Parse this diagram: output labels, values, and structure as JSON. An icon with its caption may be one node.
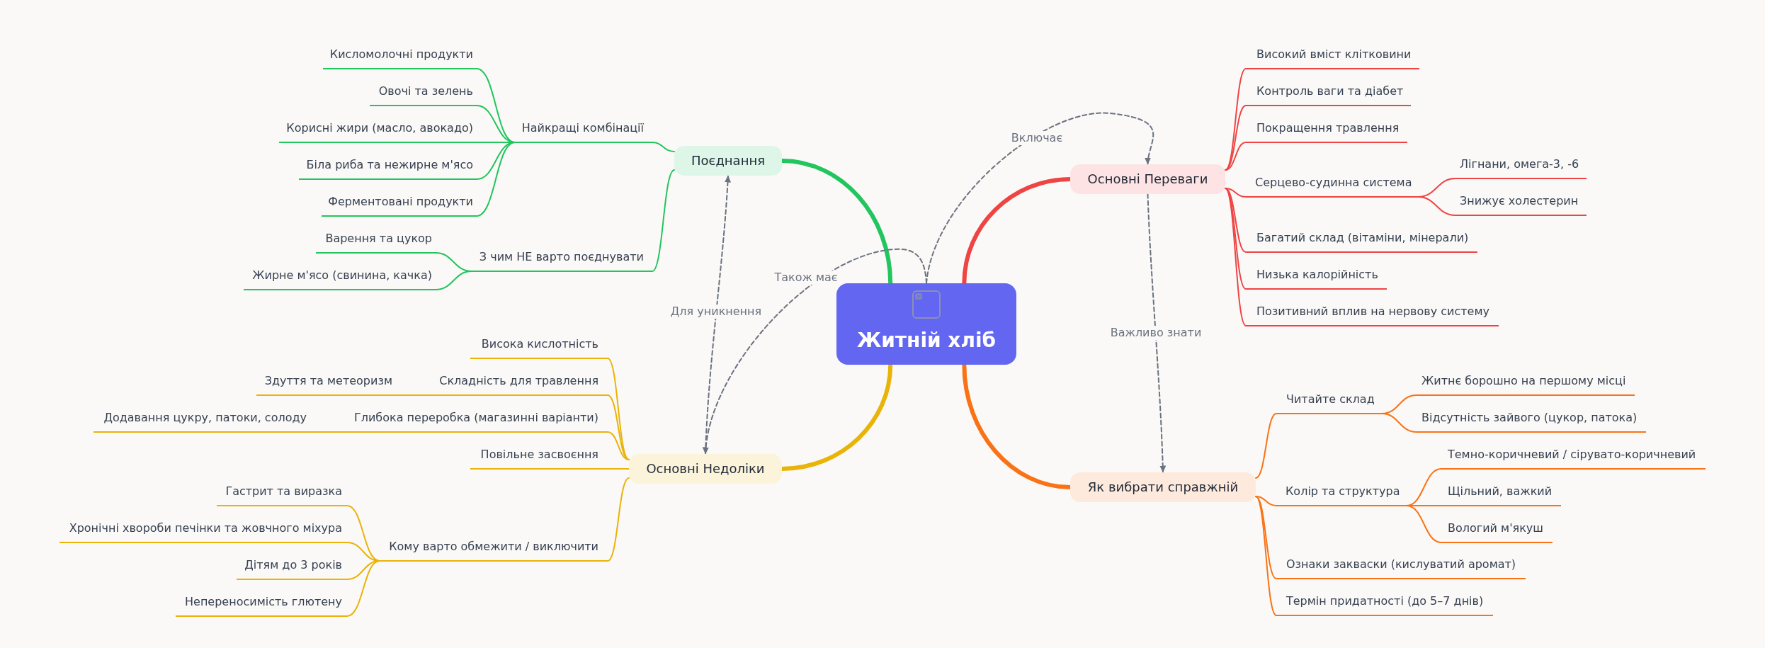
{
  "diagram": {
    "nodes": [
      {
        "text": [
          "Житній хліб"
        ]
      },
      {
        "text": [
          "Поєднання"
        ]
      },
      {
        "text": [
          "Найкращі комбінації"
        ]
      },
      {
        "text": [
          "Кисломолочні продукти"
        ]
      },
      {
        "text": [
          "Овочі та зелень"
        ]
      },
      {
        "text": [
          "Корисні жири (масло, авокадо)"
        ]
      },
      {
        "text": [
          "Біла риба та нежирне м'ясо"
        ]
      },
      {
        "text": [
          "Ферментовані продукти"
        ]
      },
      {
        "text": [
          "З чим НЕ варто поєднувати"
        ]
      },
      {
        "text": [
          "Варення та цукор"
        ]
      },
      {
        "text": [
          "Жирне м'ясо (свинина, качка)"
        ]
      },
      {
        "text": [
          "Основні Переваги"
        ]
      },
      {
        "text": [
          "Високий вміст клітковини"
        ]
      },
      {
        "text": [
          "Контроль ваги та діабет"
        ]
      },
      {
        "text": [
          "Покращення травлення"
        ]
      },
      {
        "text": [
          "Серцево-судинна система"
        ]
      },
      {
        "text": [
          "Лігнани, омега-3, -6"
        ]
      },
      {
        "text": [
          "Знижує холестерин"
        ]
      },
      {
        "text": [
          "Багатий склад (вітаміни, мінерали)"
        ]
      },
      {
        "text": [
          "Низька калорійність"
        ]
      },
      {
        "text": [
          "Позитивний вплив на нервову систему"
        ]
      },
      {
        "text": [
          "Основні Недоліки"
        ]
      },
      {
        "text": [
          "Висока кислотність"
        ]
      },
      {
        "text": [
          "Складність для травлення"
        ]
      },
      {
        "text": [
          "Здуття та метеоризм"
        ]
      },
      {
        "text": [
          "Глибока переробка (магазинні варіанти)"
        ]
      },
      {
        "text": [
          "Додавання цукру, патоки, солоду"
        ]
      },
      {
        "text": [
          "Повільне засвоєння"
        ]
      },
      {
        "text": [
          "Кому варто обмежити / виключити"
        ]
      },
      {
        "text": [
          "Гастрит та виразка"
        ]
      },
      {
        "text": [
          "Хронічні хвороби печінки та жовчного міхура"
        ]
      },
      {
        "text": [
          "Дітям до 3 років"
        ]
      },
      {
        "text": [
          "Непереносимість глютену"
        ]
      },
      {
        "text": [
          "Як вибрати справжній"
        ]
      },
      {
        "text": [
          "Читайте склад"
        ]
      },
      {
        "text": [
          "Житнє борошно на першому місці"
        ]
      },
      {
        "text": [
          "Відсутність зайвого (цукор, патока)"
        ]
      },
      {
        "text": [
          "Колір та структура"
        ]
      },
      {
        "text": [
          "Темно-коричневий / сірувато-коричневий"
        ]
      },
      {
        "text": [
          "Щільний, важкий"
        ]
      },
      {
        "text": [
          "Вологий м'якуш"
        ]
      },
      {
        "text": [
          "Ознаки закваски (кислуватий аромат)"
        ]
      },
      {
        "text": [
          "Термін придатності (до 5–7 днів)"
        ]
      }
    ],
    "edges": [
      {
        "from": 0,
        "to": 1,
        "arrow": "none",
        "style": "thick",
        "color": "#22c55e"
      },
      {
        "from": 1,
        "to": 2,
        "arrow": "none",
        "color": "#22c55e"
      },
      {
        "from": 2,
        "to": 3,
        "arrow": "none",
        "color": "#22c55e"
      },
      {
        "from": 2,
        "to": 4,
        "arrow": "none",
        "color": "#22c55e"
      },
      {
        "from": 2,
        "to": 5,
        "arrow": "none",
        "color": "#22c55e"
      },
      {
        "from": 2,
        "to": 6,
        "arrow": "none",
        "color": "#22c55e"
      },
      {
        "from": 2,
        "to": 7,
        "arrow": "none",
        "color": "#22c55e"
      },
      {
        "from": 1,
        "to": 8,
        "arrow": "none",
        "color": "#22c55e"
      },
      {
        "from": 8,
        "to": 9,
        "arrow": "none",
        "color": "#22c55e"
      },
      {
        "from": 8,
        "to": 10,
        "arrow": "none",
        "color": "#22c55e"
      },
      {
        "from": 0,
        "to": 11,
        "arrow": "none",
        "style": "thick",
        "color": "#ef4444"
      },
      {
        "from": 11,
        "to": 12,
        "arrow": "none",
        "color": "#ef4444"
      },
      {
        "from": 11,
        "to": 13,
        "arrow": "none",
        "color": "#ef4444"
      },
      {
        "from": 11,
        "to": 14,
        "arrow": "none",
        "color": "#ef4444"
      },
      {
        "from": 11,
        "to": 15,
        "arrow": "none",
        "color": "#ef4444"
      },
      {
        "from": 15,
        "to": 16,
        "arrow": "none",
        "color": "#ef4444"
      },
      {
        "from": 15,
        "to": 17,
        "arrow": "none",
        "color": "#ef4444"
      },
      {
        "from": 11,
        "to": 18,
        "arrow": "none",
        "color": "#ef4444"
      },
      {
        "from": 11,
        "to": 19,
        "arrow": "none",
        "color": "#ef4444"
      },
      {
        "from": 11,
        "to": 20,
        "arrow": "none",
        "color": "#ef4444"
      },
      {
        "from": 0,
        "to": 21,
        "arrow": "none",
        "style": "thick",
        "color": "#eab308"
      },
      {
        "from": 21,
        "to": 22,
        "arrow": "none",
        "color": "#eab308"
      },
      {
        "from": 21,
        "to": 23,
        "arrow": "none",
        "color": "#eab308"
      },
      {
        "from": 23,
        "to": 24,
        "arrow": "none",
        "color": "#eab308"
      },
      {
        "from": 21,
        "to": 25,
        "arrow": "none",
        "color": "#eab308"
      },
      {
        "from": 25,
        "to": 26,
        "arrow": "none",
        "color": "#eab308"
      },
      {
        "from": 21,
        "to": 27,
        "arrow": "none",
        "color": "#eab308"
      },
      {
        "from": 21,
        "to": 28,
        "arrow": "none",
        "color": "#eab308"
      },
      {
        "from": 28,
        "to": 29,
        "arrow": "none",
        "color": "#eab308"
      },
      {
        "from": 28,
        "to": 30,
        "arrow": "none",
        "color": "#eab308"
      },
      {
        "from": 28,
        "to": 31,
        "arrow": "none",
        "color": "#eab308"
      },
      {
        "from": 28,
        "to": 32,
        "arrow": "none",
        "color": "#eab308"
      },
      {
        "from": 0,
        "to": 33,
        "arrow": "none",
        "style": "thick",
        "color": "#f97316"
      },
      {
        "from": 33,
        "to": 34,
        "arrow": "none",
        "color": "#f97316"
      },
      {
        "from": 34,
        "to": 35,
        "arrow": "none",
        "color": "#f97316"
      },
      {
        "from": 34,
        "to": 36,
        "arrow": "none",
        "color": "#f97316"
      },
      {
        "from": 33,
        "to": 37,
        "arrow": "none",
        "color": "#f97316"
      },
      {
        "from": 37,
        "to": 38,
        "arrow": "none",
        "color": "#f97316"
      },
      {
        "from": 37,
        "to": 39,
        "arrow": "none",
        "color": "#f97316"
      },
      {
        "from": 37,
        "to": 40,
        "arrow": "none",
        "color": "#f97316"
      },
      {
        "from": 33,
        "to": 41,
        "arrow": "none",
        "color": "#f97316"
      },
      {
        "from": 33,
        "to": 42,
        "arrow": "none",
        "color": "#f97316"
      },
      {
        "from": 0,
        "to": 11,
        "label": "Включає",
        "arrow": "to",
        "style": "dashed",
        "color": "#6b7280"
      },
      {
        "from": 0,
        "to": 21,
        "label": "Також має",
        "arrow": "to",
        "style": "dashed",
        "color": "#6b7280"
      },
      {
        "from": 21,
        "to": 1,
        "label": "Для уникнення",
        "arrow": "to",
        "style": "dashed",
        "color": "#6b7280"
      },
      {
        "from": 11,
        "to": 33,
        "label": "Важливо знати",
        "arrow": "to",
        "style": "dashed",
        "color": "#6b7280"
      }
    ]
  }
}
